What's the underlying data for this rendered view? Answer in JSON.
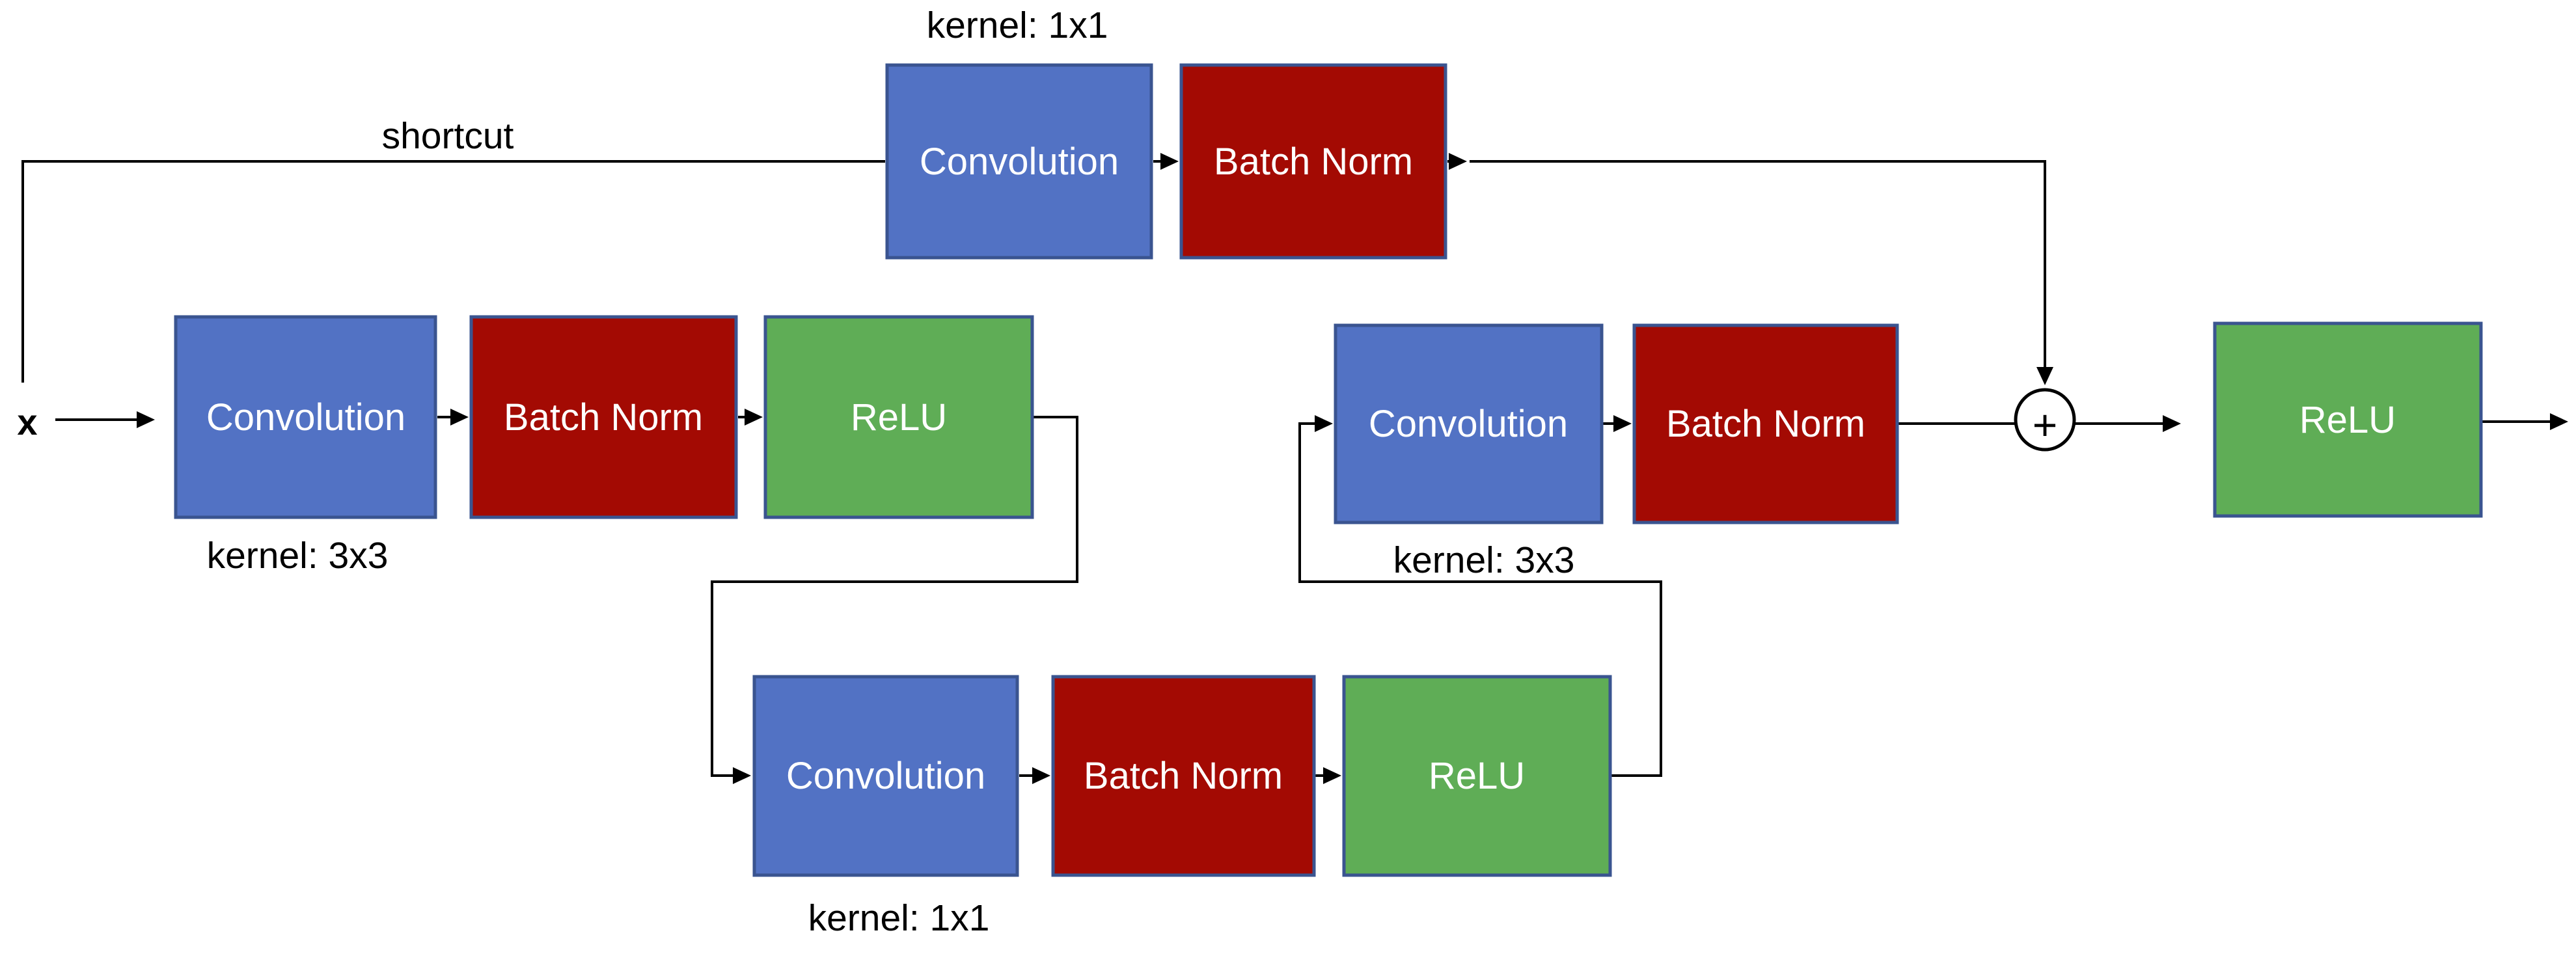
{
  "diagram": {
    "type": "residual-block-with-projection-shortcut",
    "labels": {
      "input": "x",
      "shortcut": "shortcut",
      "plus": "+",
      "kernel_shortcut": "kernel: 1x1",
      "kernel_conv_a": "kernel: 3x3",
      "kernel_conv_b": "kernel: 1x1",
      "kernel_conv_c": "kernel: 3x3"
    },
    "nodes": {
      "shortcut_conv": "Convolution",
      "shortcut_bn": "Batch Norm",
      "conv_a": "Convolution",
      "bn_a": "Batch Norm",
      "relu_a": "ReLU",
      "conv_b": "Convolution",
      "bn_b": "Batch Norm",
      "relu_b": "ReLU",
      "conv_c": "Convolution",
      "bn_c": "Batch Norm",
      "relu_out": "ReLU"
    },
    "colors": {
      "convolution-fill": "#5272c4",
      "batchnorm-fill": "#a30a03",
      "relu-fill": "#5fad56",
      "box-border": "#3a5490",
      "line-color": "#000000"
    }
  }
}
